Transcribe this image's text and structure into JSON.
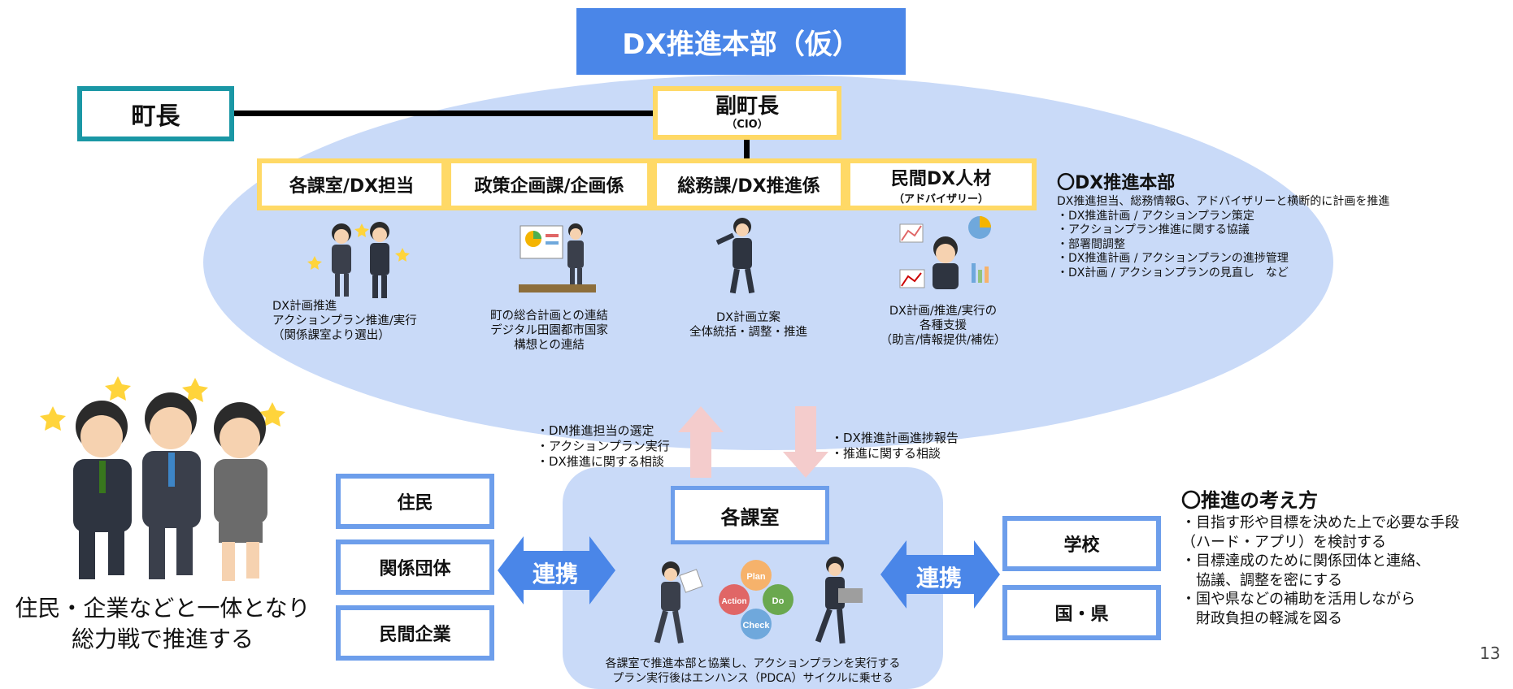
{
  "title": "DX推進本部（仮）",
  "mayor": "町長",
  "vice_mayor": {
    "name": "副町長",
    "sub": "（CIO）"
  },
  "departments": [
    {
      "label": "各課室/DX担当",
      "desc": [
        "DX計画推進",
        "アクションプラン推進/実行",
        "（関係課室より選出）"
      ]
    },
    {
      "label": "政策企画課/企画係",
      "desc": [
        "町の総合計画との連結",
        "デジタル田園都市国家",
        "構想との連結"
      ]
    },
    {
      "label": "総務課/DX推進係",
      "desc": [
        "DX計画立案",
        "全体統括・調整・推進"
      ]
    },
    {
      "label": "民間DX人材",
      "sub": "（アドバイザリー）",
      "desc": [
        "DX計画/推進/実行の",
        "各種支援",
        "（助言/情報提供/補佐）"
      ]
    }
  ],
  "hq_info": {
    "title": "〇DX推進本部",
    "lines": [
      "DX推進担当、総務情報G、アドバイザリーと横断的に計画を推進",
      "・DX推進計画 / アクションプラン策定",
      "・アクションプラン推進に関する協議",
      "・部署間調整",
      "・DX推進計画 / アクションプランの進捗管理",
      "・DX計画 / アクションプランの見直し　など"
    ]
  },
  "arrow_up_notes": [
    "・DM推進担当の選定",
    "・アクションプラン実行",
    "・DX推進に関する相談"
  ],
  "arrow_down_notes": [
    "・DX推進計画進捗報告",
    "・推進に関する相談"
  ],
  "dept_room": {
    "label": "各課室",
    "caption": [
      "各課室で推進本部と協業し、アクションプランを実行する",
      "プラン実行後はエンハンス（PDCA）サイクルに乗せる"
    ]
  },
  "pdca": [
    "Plan",
    "Do",
    "Check",
    "Action"
  ],
  "left_partners": [
    "住民",
    "関係団体",
    "民間企業"
  ],
  "right_partners": [
    "学校",
    "国・県"
  ],
  "renkei": "連携",
  "approach": {
    "title": "〇推進の考え方",
    "lines": [
      "・目指す形や目標を決めた上で必要な手段",
      "（ハード・アプリ）を検討する",
      "・目標達成のために関係団体と連絡、",
      "　協議、調整を密にする",
      "・国や県などの補助を活用しながら",
      "　財政負担の軽減を図る"
    ]
  },
  "slogan": [
    "住民・企業などと一体となり",
    "総力戦で推進する"
  ],
  "page_number": "13",
  "colors": {
    "title_bg": "#4a86e8",
    "ellipse": "#c9daf8",
    "yellow_border": "#ffd966",
    "teal_border": "#1a97a5",
    "blue_border": "#6d9eeb",
    "arrow_pink": "#f4cccc"
  }
}
